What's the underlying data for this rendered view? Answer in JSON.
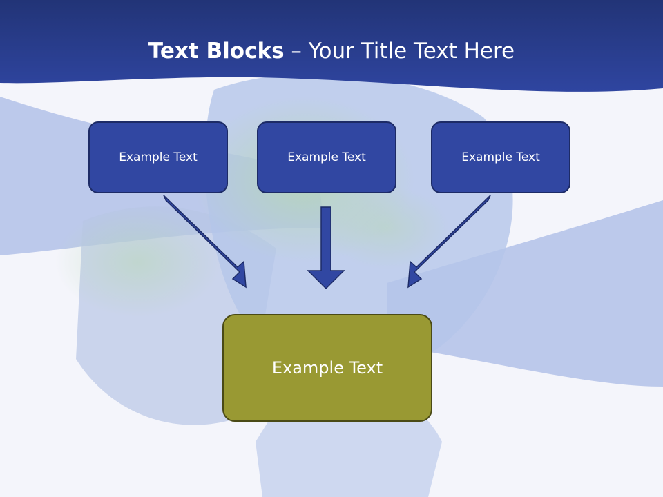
{
  "title": {
    "bold": "Text Blocks",
    "dash": " – ",
    "rest": "Your Title Text Here"
  },
  "boxes": {
    "top": [
      {
        "label": "Example Text"
      },
      {
        "label": "Example Text"
      },
      {
        "label": "Example Text"
      }
    ],
    "bottom": {
      "label": "Example Text"
    }
  },
  "colors": {
    "header": "#2a3e92",
    "box_blue": "#3147a2",
    "box_border": "#1d2b66",
    "box_olive": "#999933",
    "arrow": "#3147a2",
    "arrow_border": "#1d2b66"
  }
}
